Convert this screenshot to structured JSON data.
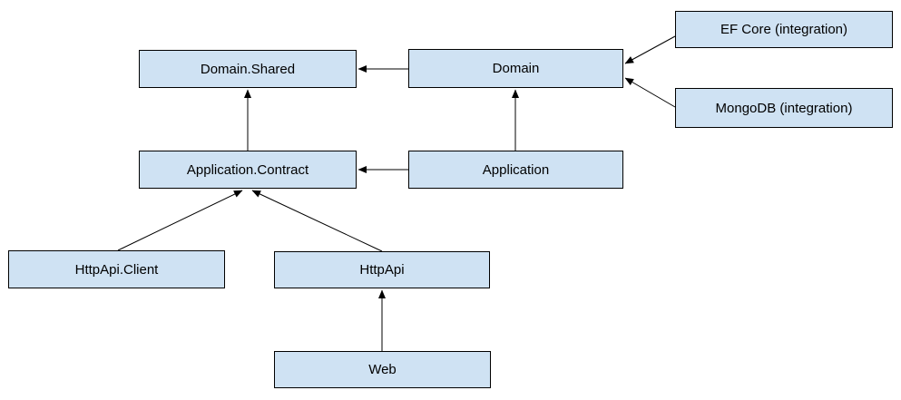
{
  "diagram": {
    "colors": {
      "node_fill": "#cfe2f3",
      "node_border": "#000000",
      "edge": "#000000",
      "text": "#000000",
      "background": "#ffffff"
    },
    "nodes": [
      {
        "id": "domain-shared",
        "label": "Domain.Shared"
      },
      {
        "id": "domain",
        "label": "Domain"
      },
      {
        "id": "ef-core",
        "label": "EF Core (integration)"
      },
      {
        "id": "mongodb",
        "label": "MongoDB (integration)"
      },
      {
        "id": "application-contract",
        "label": "Application.Contract"
      },
      {
        "id": "application",
        "label": "Application"
      },
      {
        "id": "httpapi-client",
        "label": "HttpApi.Client"
      },
      {
        "id": "httpapi",
        "label": "HttpApi"
      },
      {
        "id": "web",
        "label": "Web"
      }
    ],
    "edges": [
      {
        "from": "domain",
        "to": "domain-shared"
      },
      {
        "from": "ef-core",
        "to": "domain"
      },
      {
        "from": "mongodb",
        "to": "domain"
      },
      {
        "from": "application-contract",
        "to": "domain-shared"
      },
      {
        "from": "application",
        "to": "domain"
      },
      {
        "from": "application",
        "to": "application-contract"
      },
      {
        "from": "httpapi-client",
        "to": "application-contract"
      },
      {
        "from": "httpapi",
        "to": "application-contract"
      },
      {
        "from": "web",
        "to": "httpapi"
      }
    ]
  }
}
